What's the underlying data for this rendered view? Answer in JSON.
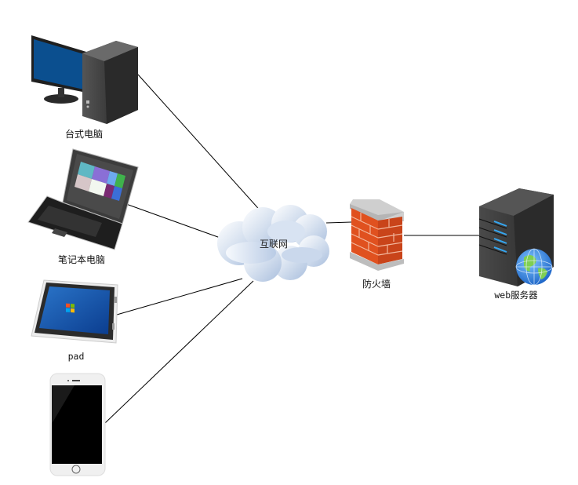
{
  "diagram": {
    "nodes": {
      "desktop": {
        "label": "台式电脑",
        "icon": "desktop-computer-icon"
      },
      "laptop": {
        "label": "笔记本电脑",
        "icon": "laptop-icon"
      },
      "pad": {
        "label": "pad",
        "icon": "tablet-icon"
      },
      "phone": {
        "label": "",
        "icon": "smartphone-icon"
      },
      "internet": {
        "label": "互联网",
        "icon": "cloud-icon"
      },
      "firewall": {
        "label": "防火墙",
        "icon": "firewall-icon"
      },
      "server": {
        "label": "web服务器",
        "icon": "web-server-icon"
      }
    },
    "edges": [
      {
        "from": "desktop",
        "to": "internet"
      },
      {
        "from": "laptop",
        "to": "internet"
      },
      {
        "from": "pad",
        "to": "internet"
      },
      {
        "from": "phone",
        "to": "internet"
      },
      {
        "from": "internet",
        "to": "firewall"
      },
      {
        "from": "firewall",
        "to": "server"
      }
    ]
  }
}
